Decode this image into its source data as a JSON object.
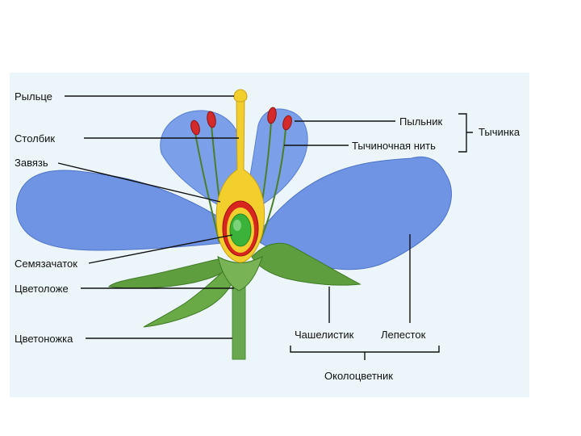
{
  "labels": {
    "stigma": "Рыльце",
    "style": "Столбик",
    "ovary": "Завязь",
    "ovule": "Семязачаток",
    "receptacle": "Цветоложе",
    "pedicel": "Цветоножка",
    "anther": "Пыльник",
    "filament": "Тычиночная нить",
    "stamen": "Тычинка",
    "sepal": "Чашелистик",
    "petal": "Лепесток",
    "perianth": "Околоцветник"
  },
  "colors": {
    "panel": "#ecf6fa",
    "petal": "#6f94e3",
    "petal_dark": "#4f74c8",
    "sepal": "#5f9e3e",
    "stem": "#6aa84f",
    "pistil": "#f3cf2e",
    "ovary_wall": "#d7261e",
    "ovule": "#3bb33b",
    "anther": "#d42a2a"
  }
}
